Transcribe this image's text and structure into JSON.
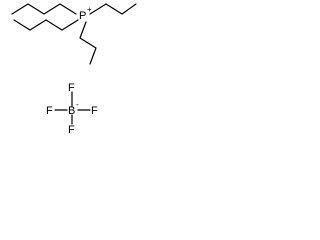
{
  "phosphonium": {
    "atom": "P",
    "charge": "+"
  },
  "tetrafluoroborate": {
    "central_atom": "B",
    "charge": "-",
    "fluorines": [
      "F",
      "F",
      "F",
      "F"
    ]
  },
  "colors": {
    "bond": "#000000",
    "text": "#000000",
    "background": "#ffffff"
  }
}
